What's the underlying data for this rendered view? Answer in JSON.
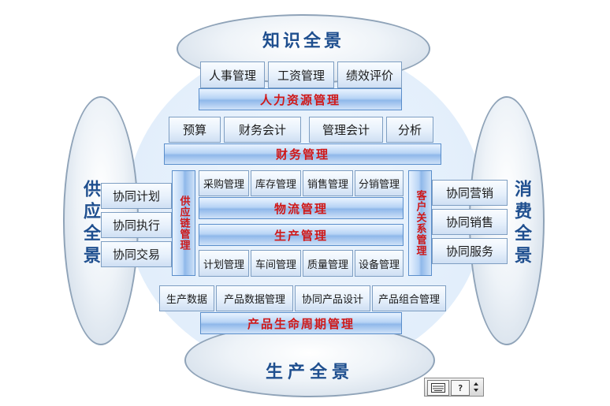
{
  "panoramas": {
    "top": "知识全景",
    "left": "供应全景",
    "right": "消费全景",
    "bottom": "生产全景"
  },
  "hr": {
    "items": [
      "人事管理",
      "工资管理",
      "绩效评价"
    ],
    "bar": "人力资源管理"
  },
  "finance": {
    "items": [
      "预算",
      "财务会计",
      "管理会计",
      "分析"
    ],
    "bar": "财务管理"
  },
  "supply_chain": {
    "vertical": "供应链管理",
    "items": [
      "协同计划",
      "协同执行",
      "协同交易"
    ]
  },
  "crm": {
    "vertical": "客户关系管理",
    "items": [
      "协同营销",
      "协同销售",
      "协同服务"
    ]
  },
  "logistics": {
    "items": [
      "采购管理",
      "库存管理",
      "销售管理",
      "分销管理"
    ],
    "bar": "物流管理"
  },
  "production": {
    "bar": "生产管理",
    "items": [
      "计划管理",
      "车间管理",
      "质量管理",
      "设备管理"
    ]
  },
  "plm": {
    "items": [
      "生产数据",
      "产品数据管理",
      "协同产品设计",
      "产品组合管理"
    ],
    "bar": "产品生命周期管理"
  },
  "toolbar": {
    "keyboard_icon": "keyboard-icon",
    "help_icon": "help-icon",
    "help_label": "?",
    "menu_icon": "chevron-icon"
  }
}
